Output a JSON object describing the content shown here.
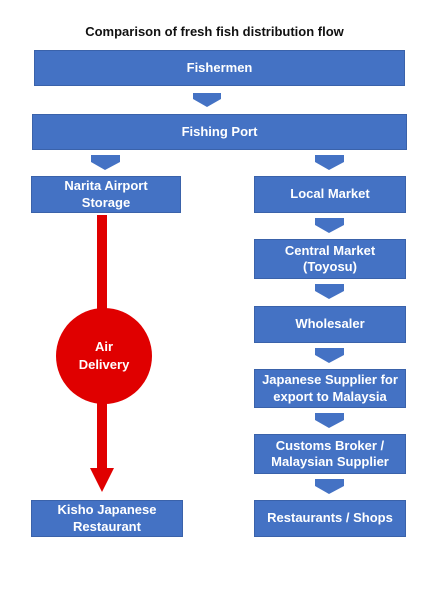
{
  "title": "Comparison of fresh fish distribution flow",
  "colors": {
    "box": "#4472C4",
    "box_text": "#FFFFFF",
    "air_route": "#E00000"
  },
  "nodes": {
    "fishermen": "Fishermen",
    "fishing_port": "Fishing Port",
    "narita": "Narita Airport\nStorage",
    "kisho": "Kisho Japanese\nRestaurant",
    "local_market": "Local Market",
    "central_market": "Central Market\n(Toyosu)",
    "wholesaler": "Wholesaler",
    "japanese_supplier": "Japanese Supplier for\nexport to Malaysia",
    "customs_broker": "Customs Broker /\nMalaysian Supplier",
    "restaurants_shops": "Restaurants / Shops"
  },
  "air_delivery_label": "Air\nDelivery"
}
